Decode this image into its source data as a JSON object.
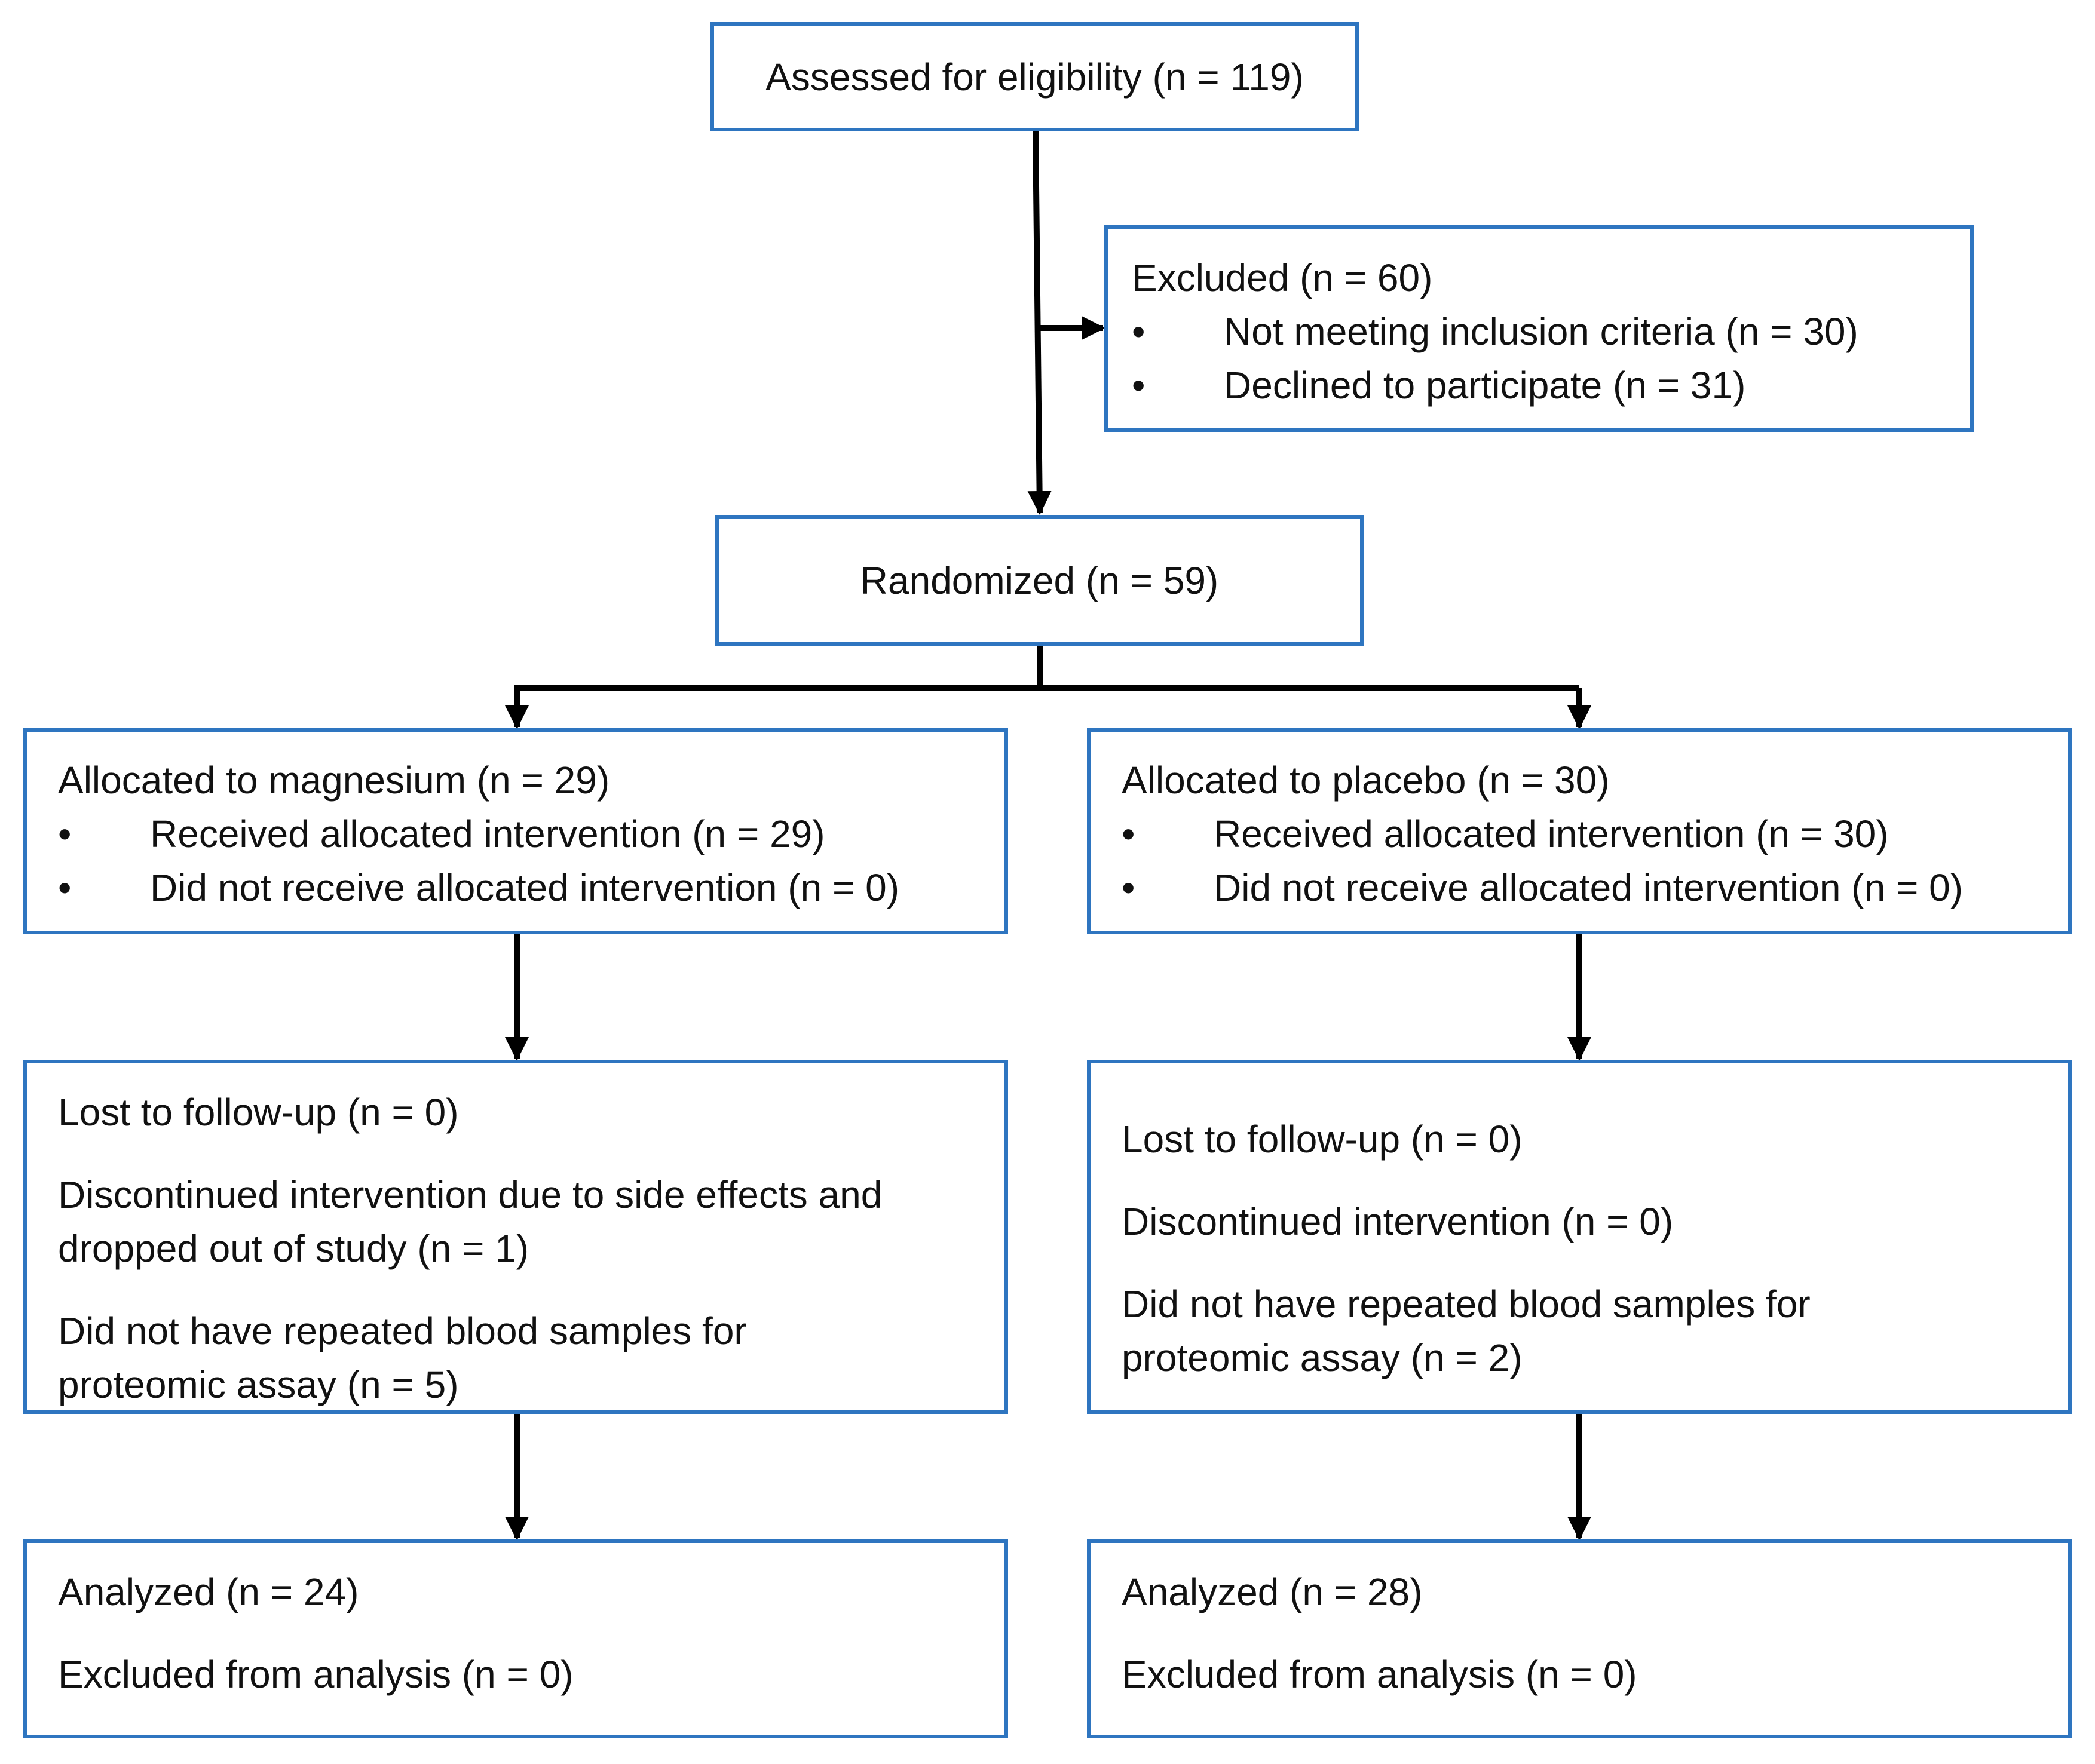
{
  "colors": {
    "box_border": "#2e75c0",
    "connector": "#000000",
    "text": "#111111"
  },
  "assessed": "Assessed for eligibility (n = 119)",
  "excluded": {
    "title": "Excluded (n = 60)",
    "bullet_symbol": "•",
    "items": [
      "Not meeting inclusion criteria (n = 30)",
      "Declined to participate (n = 31)"
    ]
  },
  "randomized": "Randomized (n = 59)",
  "arms": [
    {
      "allocation": {
        "title": "Allocated to magnesium (n = 29)",
        "items": [
          "Received allocated intervention (n = 29)",
          "Did not receive allocated intervention (n = 0)"
        ]
      },
      "followup": {
        "lost": "Lost to follow-up (n = 0)",
        "discontinued": [
          "Discontinued intervention due to side effects and",
          "dropped out of study (n = 1)"
        ],
        "no_samples": [
          "Did not have repeated blood samples for",
          "proteomic assay (n = 5)"
        ]
      },
      "analysis": {
        "analyzed": "Analyzed (n = 24)",
        "excluded": "Excluded from analysis (n = 0)"
      }
    },
    {
      "allocation": {
        "title": "Allocated to placebo (n = 30)",
        "items": [
          "Received allocated intervention (n = 30)",
          "Did not receive allocated intervention (n = 0)"
        ]
      },
      "followup": {
        "lost": "Lost to follow-up (n = 0)",
        "discontinued": [
          "Discontinued intervention (n = 0)"
        ],
        "no_samples": [
          "Did not have repeated blood samples for",
          "proteomic assay (n = 2)"
        ]
      },
      "analysis": {
        "analyzed": "Analyzed (n = 28)",
        "excluded": "Excluded from analysis (n = 0)"
      }
    }
  ]
}
